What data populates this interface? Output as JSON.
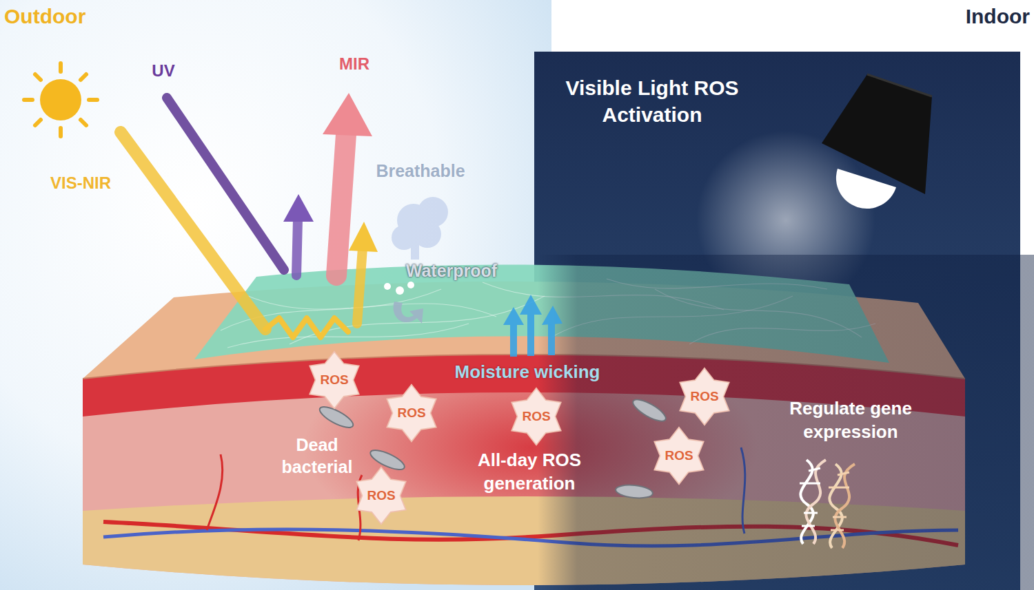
{
  "diagram": {
    "nodes": [
      {
        "text": [
          "ROS"
        ]
      },
      {
        "text": [
          "ROS"
        ]
      },
      {
        "text": [
          "ROS"
        ]
      },
      {
        "text": [
          "ROS"
        ]
      },
      {
        "text": [
          "ROS"
        ]
      },
      {
        "text": [
          "ROS"
        ]
      }
    ],
    "edges": [],
    "labels": [
      "Outdoor",
      "Indoor",
      "UV",
      "MIR",
      "VIS-NIR",
      "Breathable",
      "Waterproof",
      "Visible Light ROS Activation",
      "Moisture wicking",
      "Dead bacterial",
      "All-day ROS generation",
      "Regulate gene expression"
    ]
  }
}
